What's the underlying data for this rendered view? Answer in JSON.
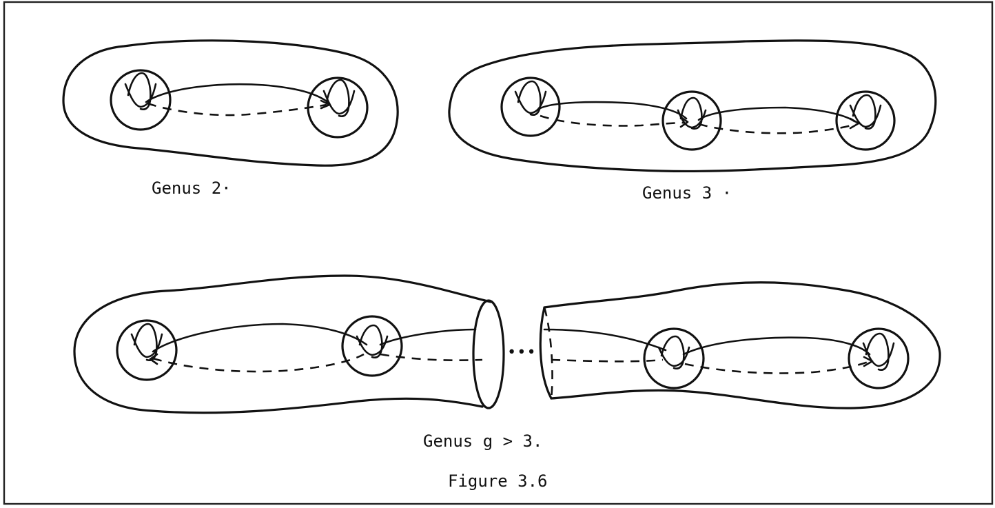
{
  "figure": {
    "labels": {
      "genus2": "Genus 2·",
      "genus3": "Genus 3 ·",
      "genusg": "Genus g > 3.",
      "caption": "Figure 3.6"
    },
    "ellipsis": "•••"
  }
}
